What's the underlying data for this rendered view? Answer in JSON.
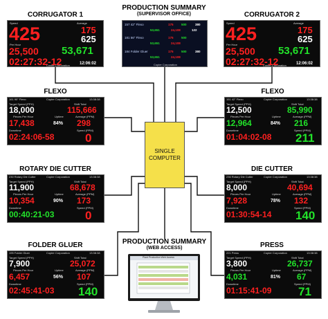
{
  "titles": {
    "summary_top": "PRODUCTION SUMMARY",
    "summary_top_sub": "(SUPERVISOR OFFICE)",
    "summary_bottom": "PRODUCTION SUMMARY",
    "summary_bottom_sub": "(WEB ACCESS)",
    "corrugator1": "CORRUGATOR 1",
    "corrugator2": "CORRUGATOR 2",
    "flexo_left": "FLEXO",
    "flexo_right": "FLEXO",
    "rotary": "ROTARY DIE CUTTER",
    "diecutter": "DIE CUTTER",
    "folder": "FOLDER GLUER",
    "press": "PRESS"
  },
  "computer": {
    "line1": "SINGLE",
    "line2": "COMPUTER"
  },
  "corrugator1": {
    "speed": "425",
    "average": "175",
    "other": "625",
    "per_hour": "25,500",
    "total": "53,671",
    "runtime": "02:27:32-12",
    "clock": "12:06:02",
    "lbl_speed": "Speed",
    "lbl_average": "Average",
    "lbl_per_hour": "Per Hour",
    "lbl_company": "Copier Corporation"
  },
  "corrugator2": {
    "speed": "425",
    "average": "175",
    "other": "625",
    "per_hour": "25,500",
    "total": "53,671",
    "runtime": "02:27:32-12",
    "clock": "12:06:02",
    "lbl_speed": "Speed",
    "lbl_average": "Average",
    "lbl_per_hour": "Per Hour",
    "lbl_company": "Copier Corporation"
  },
  "summary_top": {
    "rows": [
      {
        "label": "157  42\" Flexo",
        "v1": "175",
        "v2": "500",
        "v3": "380"
      },
      {
        "label": "181  56\" Flexo",
        "v1": "53,651",
        "v2": "24,108",
        "v3": "122"
      },
      {
        "label": "184  Folder Gluer",
        "v1": "175",
        "v2": "500",
        "v3": "380"
      }
    ],
    "company": "Copier Corporation"
  },
  "flexo_left": {
    "header": "161  90\" Flexo",
    "company": "Copier Corporation",
    "clock": "13:38:38",
    "target_speed": "18,000",
    "shift_total": "115,666",
    "pieces_per_hour": "17,438",
    "uptime": "84%",
    "average": "298",
    "downtime": "02:24:06-58",
    "speed": "0",
    "lbl_target": "Target Speed (PPH)",
    "lbl_shift": "Shift Total",
    "lbl_pph": "Pieces Per Hour",
    "lbl_uptime": "Uptime",
    "lbl_avg": "Average (PPM)",
    "lbl_down": "Downtime",
    "lbl_speed": "Speed (PPM)"
  },
  "flexo_right": {
    "header": "151  42\" Flexo",
    "company": "Copier Corporation",
    "clock": "13:38:38",
    "target_speed": "12,500",
    "shift_total": "85,990",
    "pieces_per_hour": "12,964",
    "uptime": "84%",
    "average": "216",
    "downtime": "01:04:02-08",
    "speed": "211",
    "lbl_target": "Target Speed (PPH)",
    "lbl_shift": "Shift Total",
    "lbl_pph": "Pieces Per Hour",
    "lbl_uptime": "Uptime",
    "lbl_avg": "Average (PPM)",
    "lbl_down": "Downtime",
    "lbl_speed": "Speed (PPM)"
  },
  "rotary": {
    "header": "230 Rotary Die Cutter",
    "company": "Copier Corporation",
    "clock": "13:38:38",
    "target_speed": "11,900",
    "shift_total": "68,678",
    "pieces_per_hour": "10,354",
    "uptime": "90%",
    "average": "173",
    "downtime": "00:40:21-03",
    "speed": "0",
    "lbl_target": "Target Speed (PPH)",
    "lbl_shift": "Shift Total",
    "lbl_pph": "Pieces Per Hour",
    "lbl_uptime": "Uptime",
    "lbl_avg": "Average (PPM)",
    "lbl_down": "Downtime",
    "lbl_speed": "Speed (PPM)"
  },
  "diecutter": {
    "header": "236 Rotary Die Cutter",
    "company": "Copier Corporation",
    "clock": "13:38:38",
    "target_speed": "8,000",
    "shift_total": "40,694",
    "pieces_per_hour": "7,928",
    "uptime": "78%",
    "average": "132",
    "downtime": "01:30:54-14",
    "speed": "140",
    "lbl_target": "Target Speed (PPH)",
    "lbl_shift": "Shift Total",
    "lbl_pph": "Pieces Per Hour",
    "lbl_uptime": "Uptime",
    "lbl_avg": "Average (PPM)",
    "lbl_down": "Downtime",
    "lbl_speed": "Speed (PPM)"
  },
  "folder": {
    "header": "195 Folder Gluer",
    "company": "Copier Corporation",
    "clock": "13:38:38",
    "target_speed": "7,900",
    "shift_total": "25,072",
    "pieces_per_hour": "6,457",
    "uptime": "56%",
    "average": "107",
    "downtime": "02:45:41-03",
    "speed": "140",
    "lbl_target": "Target Speed (PPH)",
    "lbl_shift": "Shift Total",
    "lbl_pph": "Pieces Per Hour",
    "lbl_uptime": "Uptime",
    "lbl_avg": "Average (PPM)",
    "lbl_down": "Downtime",
    "lbl_speed": "Speed (PPM)"
  },
  "press": {
    "header": "221 Press",
    "company": "Copier Corporation",
    "clock": "13:38:38",
    "target_speed": "3,800",
    "shift_total": "26,737",
    "pieces_per_hour": "4,031",
    "uptime": "81%",
    "average": "67",
    "downtime": "01:15:41-09",
    "speed": "71",
    "lbl_target": "Target Speed (PPH)",
    "lbl_shift": "Shift Total",
    "lbl_pph": "Pieces Per Hour",
    "lbl_uptime": "Uptime",
    "lbl_avg": "Average (PPM)",
    "lbl_down": "Downtime",
    "lbl_speed": "Speed (PPM)"
  },
  "web": {
    "window_title": "Plant Production Web Access"
  }
}
